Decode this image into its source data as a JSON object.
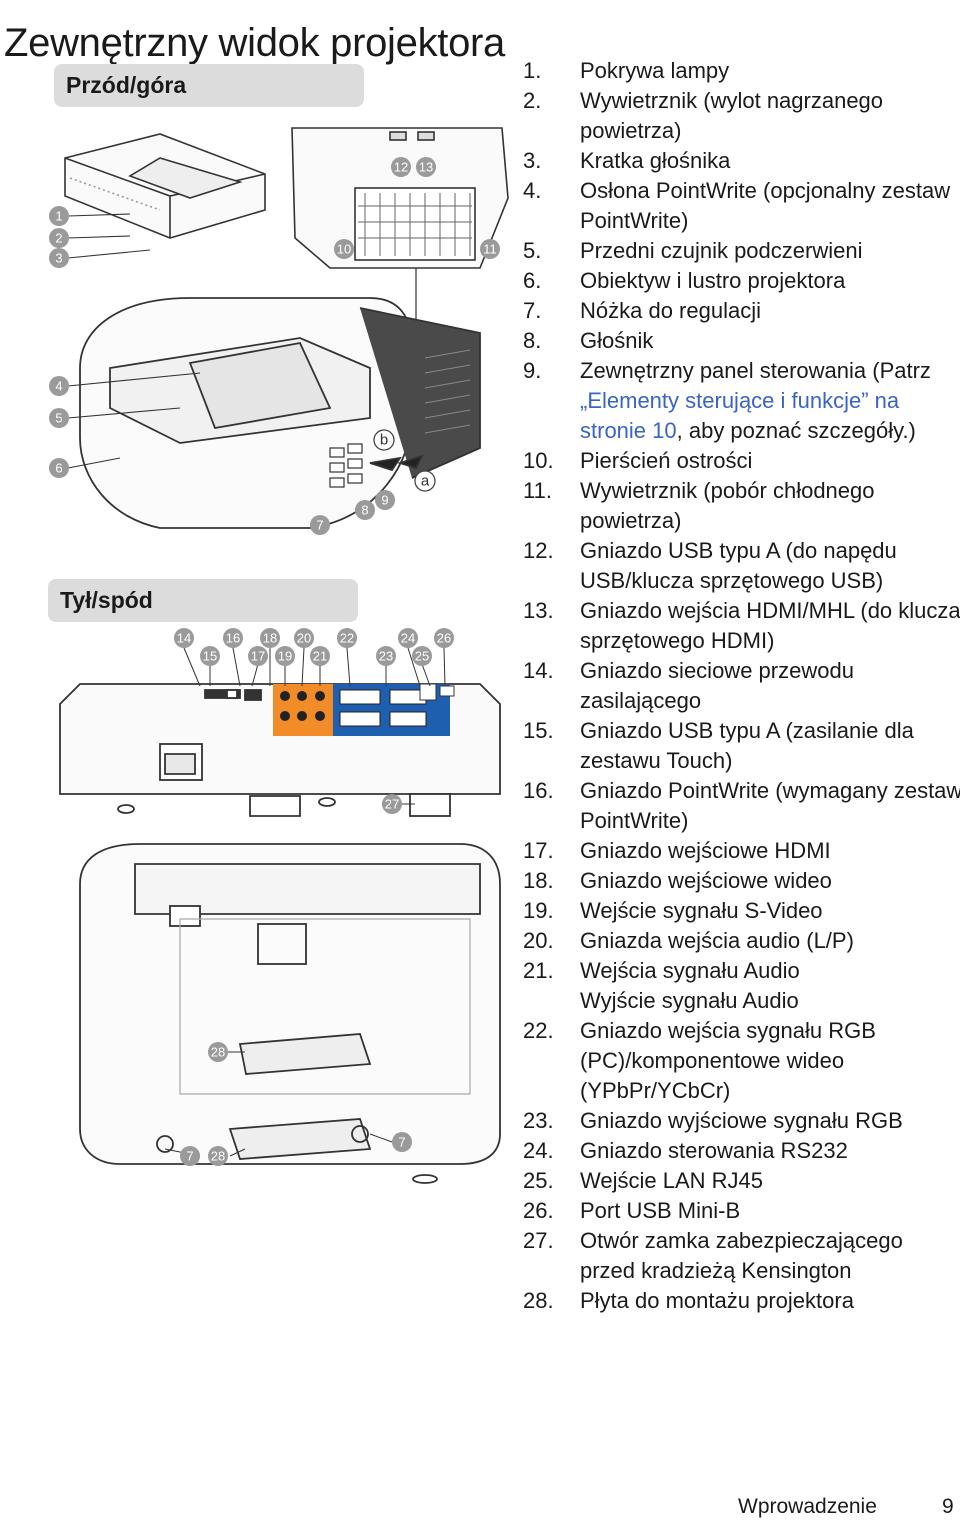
{
  "page": {
    "title": "Zewnętrzny widok projektora"
  },
  "sections": {
    "front_top": "Przód/góra",
    "back_bottom": "Tył/spód"
  },
  "callout_labels": {
    "front": [
      "1",
      "2",
      "3",
      "4",
      "5",
      "6",
      "7",
      "8",
      "9",
      "10",
      "11",
      "12",
      "13"
    ],
    "letters": [
      "a",
      "b"
    ],
    "back": [
      "14",
      "15",
      "16",
      "17",
      "18",
      "19",
      "20",
      "21",
      "22",
      "23",
      "24",
      "25",
      "26",
      "27"
    ],
    "bottom": [
      "28",
      "7",
      "28",
      "7"
    ]
  },
  "items": [
    {
      "num": "1.",
      "text": "Pokrywa lampy"
    },
    {
      "num": "2.",
      "text": "Wywietrznik (wylot nagrzanego powietrza)"
    },
    {
      "num": "3.",
      "text": "Kratka głośnika"
    },
    {
      "num": "4.",
      "text": "Osłona PointWrite (opcjonalny zestaw PointWrite)"
    },
    {
      "num": "5.",
      "text": "Przedni czujnik podczerwieni"
    },
    {
      "num": "6.",
      "text": "Obiektyw i lustro projektora"
    },
    {
      "num": "7.",
      "text": "Nóżka do regulacji"
    },
    {
      "num": "8.",
      "text": "Głośnik"
    },
    {
      "num": "9.",
      "text_before": "Zewnętrzny panel sterowania (Patrz ",
      "link": "„Elementy sterujące i funkcje” na stronie 10",
      "text_after": ", aby poznać szczegóły.)"
    },
    {
      "num": "10.",
      "text": "Pierścień ostrości"
    },
    {
      "num": "11.",
      "text": "Wywietrznik (pobór chłodnego powietrza)"
    },
    {
      "num": "12.",
      "text": "Gniazdo USB typu A (do napędu USB/klucza sprzętowego USB)"
    },
    {
      "num": "13.",
      "text": "Gniazdo wejścia HDMI/MHL (do klucza sprzętowego HDMI)"
    },
    {
      "num": "14.",
      "text": "Gniazdo sieciowe przewodu zasilającego"
    },
    {
      "num": "15.",
      "text": "Gniazdo USB typu A (zasilanie dla zestawu Touch)"
    },
    {
      "num": "16.",
      "text": "Gniazdo PointWrite (wymagany zestaw PointWrite)"
    },
    {
      "num": "17.",
      "text": "Gniazdo wejściowe HDMI"
    },
    {
      "num": "18.",
      "text": "Gniazdo wejściowe wideo"
    },
    {
      "num": "19.",
      "text": "Wejście sygnału S-Video"
    },
    {
      "num": "20.",
      "text": "Gniazda wejścia audio (L/P)"
    },
    {
      "num": "21.",
      "text": "Wejścia sygnału Audio",
      "text2": "Wyjście sygnału Audio"
    },
    {
      "num": "22.",
      "text": "Gniazdo wejścia sygnału RGB (PC)/komponentowe wideo (YPbPr/YCbCr)"
    },
    {
      "num": "23.",
      "text": "Gniazdo wyjściowe sygnału RGB"
    },
    {
      "num": "24.",
      "text": "Gniazdo sterowania RS232"
    },
    {
      "num": "25.",
      "text": "Wejście LAN RJ45"
    },
    {
      "num": "26.",
      "text": "Port USB Mini-B"
    },
    {
      "num": "27.",
      "text": "Otwór zamka zabezpieczającego przed kradzieżą Kensington"
    },
    {
      "num": "28.",
      "text": "Płyta do montażu projektora"
    }
  ],
  "footer": {
    "section": "Wprowadzenie",
    "page_number": "9"
  },
  "colors": {
    "link": "#3a63c8",
    "section_box": "#dcdcdc",
    "port_panel_orange": "#f28c28",
    "port_panel_blue": "#1f5fb0"
  }
}
